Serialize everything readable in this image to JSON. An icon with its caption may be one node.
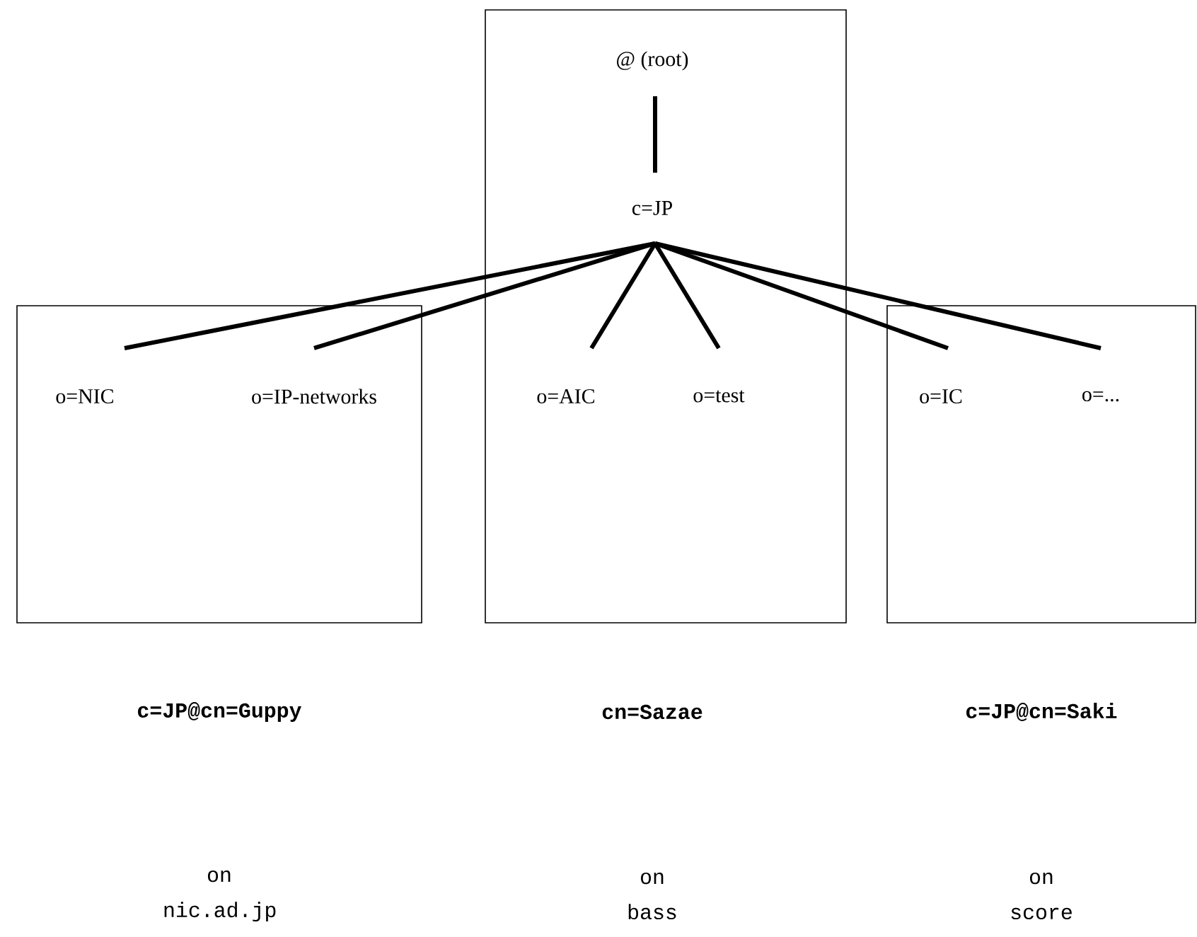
{
  "diagram": {
    "nodes": [
      {
        "text": [],
        "shape": "box",
        "beside": [
          "cn=Sazae"
        ]
      },
      {
        "text": [
          "@ (root)"
        ],
        "in": 0
      },
      {
        "text": [
          "c=JP"
        ],
        "in": 0
      },
      {
        "text": [],
        "shape": "box",
        "beside": [
          "c=JP@cn=Guppy"
        ]
      },
      {
        "text": [
          "o=NIC"
        ],
        "in": 3
      },
      {
        "text": [
          "o=IP-networks"
        ],
        "in": 3
      },
      {
        "text": [
          "o=AIC"
        ],
        "in": 0
      },
      {
        "text": [
          "o=test"
        ],
        "in": 0
      },
      {
        "text": [],
        "shape": "box",
        "beside": [
          "c=JP@cn=Saki"
        ]
      },
      {
        "text": [
          "o=IC"
        ],
        "in": 8
      },
      {
        "text": [
          "o=..."
        ],
        "in": 8
      }
    ],
    "edges": [
      {
        "from": 1,
        "to": 2,
        "arrow": "none"
      },
      {
        "from": 2,
        "to": 4,
        "arrow": "none"
      },
      {
        "from": 2,
        "to": 5,
        "arrow": "none"
      },
      {
        "from": 2,
        "to": 6,
        "arrow": "none"
      },
      {
        "from": 2,
        "to": 7,
        "arrow": "none"
      },
      {
        "from": 2,
        "to": 9,
        "arrow": "none"
      },
      {
        "from": 2,
        "to": 10,
        "arrow": "none"
      }
    ],
    "labels": [
      "on nic.ad.jp",
      "on bass",
      "on score"
    ]
  }
}
